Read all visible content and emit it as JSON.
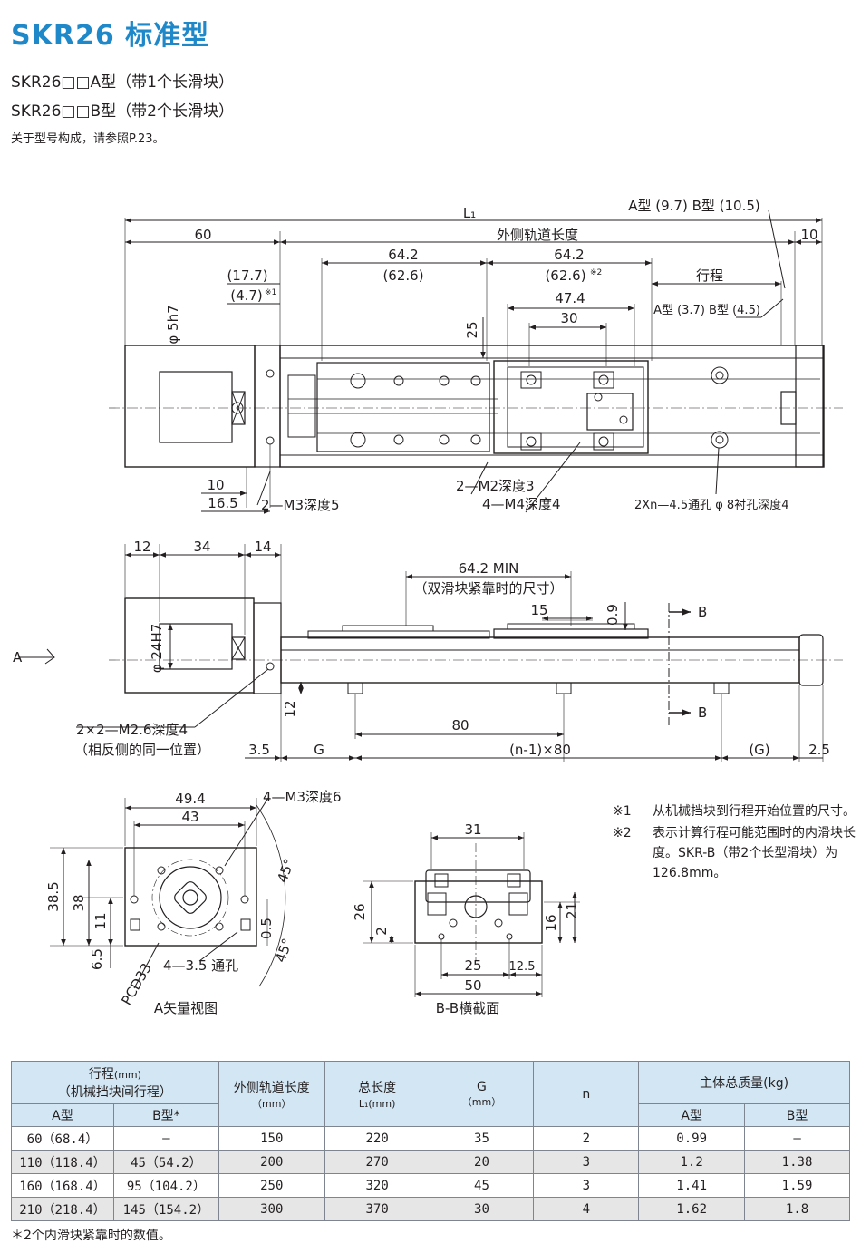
{
  "header": {
    "title": "SKR26 标准型",
    "line_a": "SKR26□□A型（带1个长滑块）",
    "line_b": "SKR26□□B型（带2个长滑块）",
    "reference": "关于型号构成，请参照P.23。"
  },
  "top_view": {
    "L1": "L₁",
    "d60": "60",
    "rail_length": "外侧轨道长度",
    "d10": "10",
    "d64_2_a": "64.2",
    "d62_6_a": "(62.6)",
    "d64_2_b": "64.2",
    "d62_6_b": "(62.6)",
    "note2_mark": "※2",
    "stroke": "行程",
    "d17_7": "(17.7)",
    "d4_7": "(4.7)",
    "note1_mark": "※1",
    "d47_4": "47.4",
    "d30": "30",
    "d25": "25",
    "phi5h7": "φ 5h7",
    "type_ab_top": "A型 (9.7) B型 (10.5)",
    "type_ab_small": "A型 (3.7) B型 (4.5)",
    "d10_bottom": "10",
    "d16_5": "16.5",
    "m3": "2—M3深度5",
    "m2": "2—M2深度3",
    "m4": "4—M4深度4",
    "holes": "2Xn—4.5通孔 φ 8衬孔深度4"
  },
  "side_view": {
    "d12": "12",
    "d34": "34",
    "d14": "14",
    "d64_2_min": "64.2 MIN",
    "double_slider": "（双滑块紧靠时的尺寸）",
    "d15": "15",
    "d0_9": "0.9",
    "B_top": "B",
    "B_bottom": "B",
    "A_arrow": "A",
    "phi24h7": "φ 24H7",
    "d12_v": "12",
    "m2_6": "2×2—M2.6深度4",
    "same_pos": "（相反侧的同一位置）",
    "d80": "80",
    "d3_5": "3.5",
    "G": "G",
    "n_minus": "(n-1)×80",
    "G_paren": "(G)",
    "d2_5": "2.5"
  },
  "a_view": {
    "d49_4": "49.4",
    "d43": "43",
    "m3_6": "4—M3深度6",
    "a45_top": "45°",
    "a45_bottom": "45°",
    "d38_5": "38.5",
    "d38": "38",
    "d11": "11",
    "d0_5": "0.5",
    "d6_5": "6.5",
    "pcd": "PCD33",
    "through": "4—3.5 通孔",
    "caption": "A矢量视图"
  },
  "bb_section": {
    "d31": "31",
    "d26": "26",
    "d2": "2",
    "d16": "16",
    "d21": "21",
    "d25": "25",
    "d12_5": "12.5",
    "d50": "50",
    "caption": "B-B横截面"
  },
  "notes": [
    {
      "mark": "※1",
      "text": "从机械挡块到行程开始位置的尺寸。"
    },
    {
      "mark": "※2",
      "text": "表示计算行程可能范围时的内滑块长度。SKR-B（带2个长型滑块）为126.8mm。"
    }
  ],
  "table": {
    "h_stroke": "行程",
    "h_stroke_unit": "(mm)",
    "h_stroke_sub": "（机械挡块间行程）",
    "h_rail": "外侧轨道长度",
    "h_rail_unit": "（mm）",
    "h_total": "总长度",
    "h_total_unit": "L₁(mm)",
    "h_G": "G",
    "h_G_unit": "（mm）",
    "h_n": "n",
    "h_mass": "主体总质量(kg)",
    "h_a": "A型",
    "h_b": "B型*",
    "h_mass_a": "A型",
    "h_mass_b": "B型",
    "rows": [
      {
        "a": "60（68.4）",
        "b": "—",
        "rail": "150",
        "total": "220",
        "g": "35",
        "n": "2",
        "ma": "0.99",
        "mb": "—"
      },
      {
        "a": "110（118.4）",
        "b": "45（54.2）",
        "rail": "200",
        "total": "270",
        "g": "20",
        "n": "3",
        "ma": "1.2",
        "mb": "1.38"
      },
      {
        "a": "160（168.4）",
        "b": "95（104.2）",
        "rail": "250",
        "total": "320",
        "g": "45",
        "n": "3",
        "ma": "1.41",
        "mb": "1.59"
      },
      {
        "a": "210（218.4）",
        "b": "145（154.2）",
        "rail": "300",
        "total": "370",
        "g": "30",
        "n": "4",
        "ma": "1.62",
        "mb": "1.8"
      }
    ]
  },
  "footnote": "＊2个内滑块紧靠时的数值。",
  "colors": {
    "title": "#1f88c9",
    "table_header": "#d3e6f3",
    "row_alt": "#e6e6e6",
    "line": "#231f20"
  }
}
